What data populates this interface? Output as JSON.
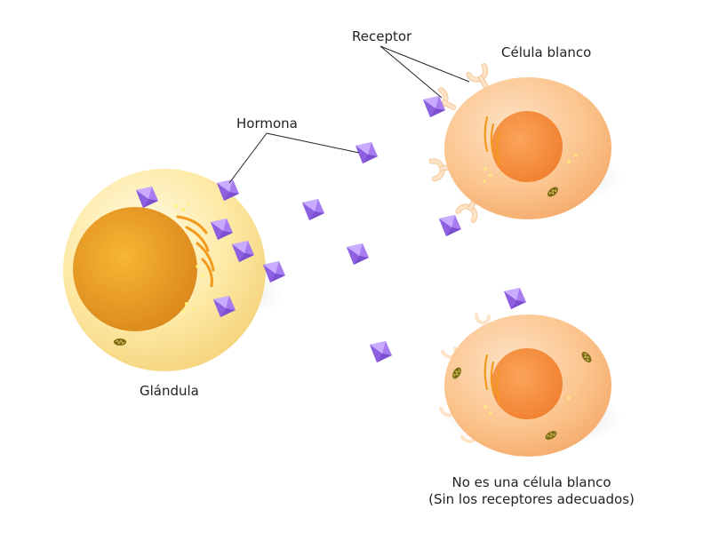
{
  "labels": {
    "receptor": "Receptor",
    "target_cell": "Célula blanco",
    "hormone": "Hormona",
    "gland": "Glándula",
    "non_target_line1": "No es una célula blanco",
    "non_target_line2": "(Sin los receptores adecuados)"
  },
  "colors": {
    "gland_cytoplasm": "#fdeaa6",
    "gland_nucleus": "#f0a21f",
    "target_cytoplasm": "#fbc48d",
    "target_nucleus": "#f7953d",
    "hormone": "#9a6be8",
    "receptor": "#fde3c8",
    "golgi": "#f39a1e",
    "mitochondria": "#6b5a12"
  },
  "icons": {
    "hormone": "hormone-tetrahedron-icon",
    "receptor": "receptor-cup-icon",
    "mitochondrion": "mitochondrion-icon"
  }
}
